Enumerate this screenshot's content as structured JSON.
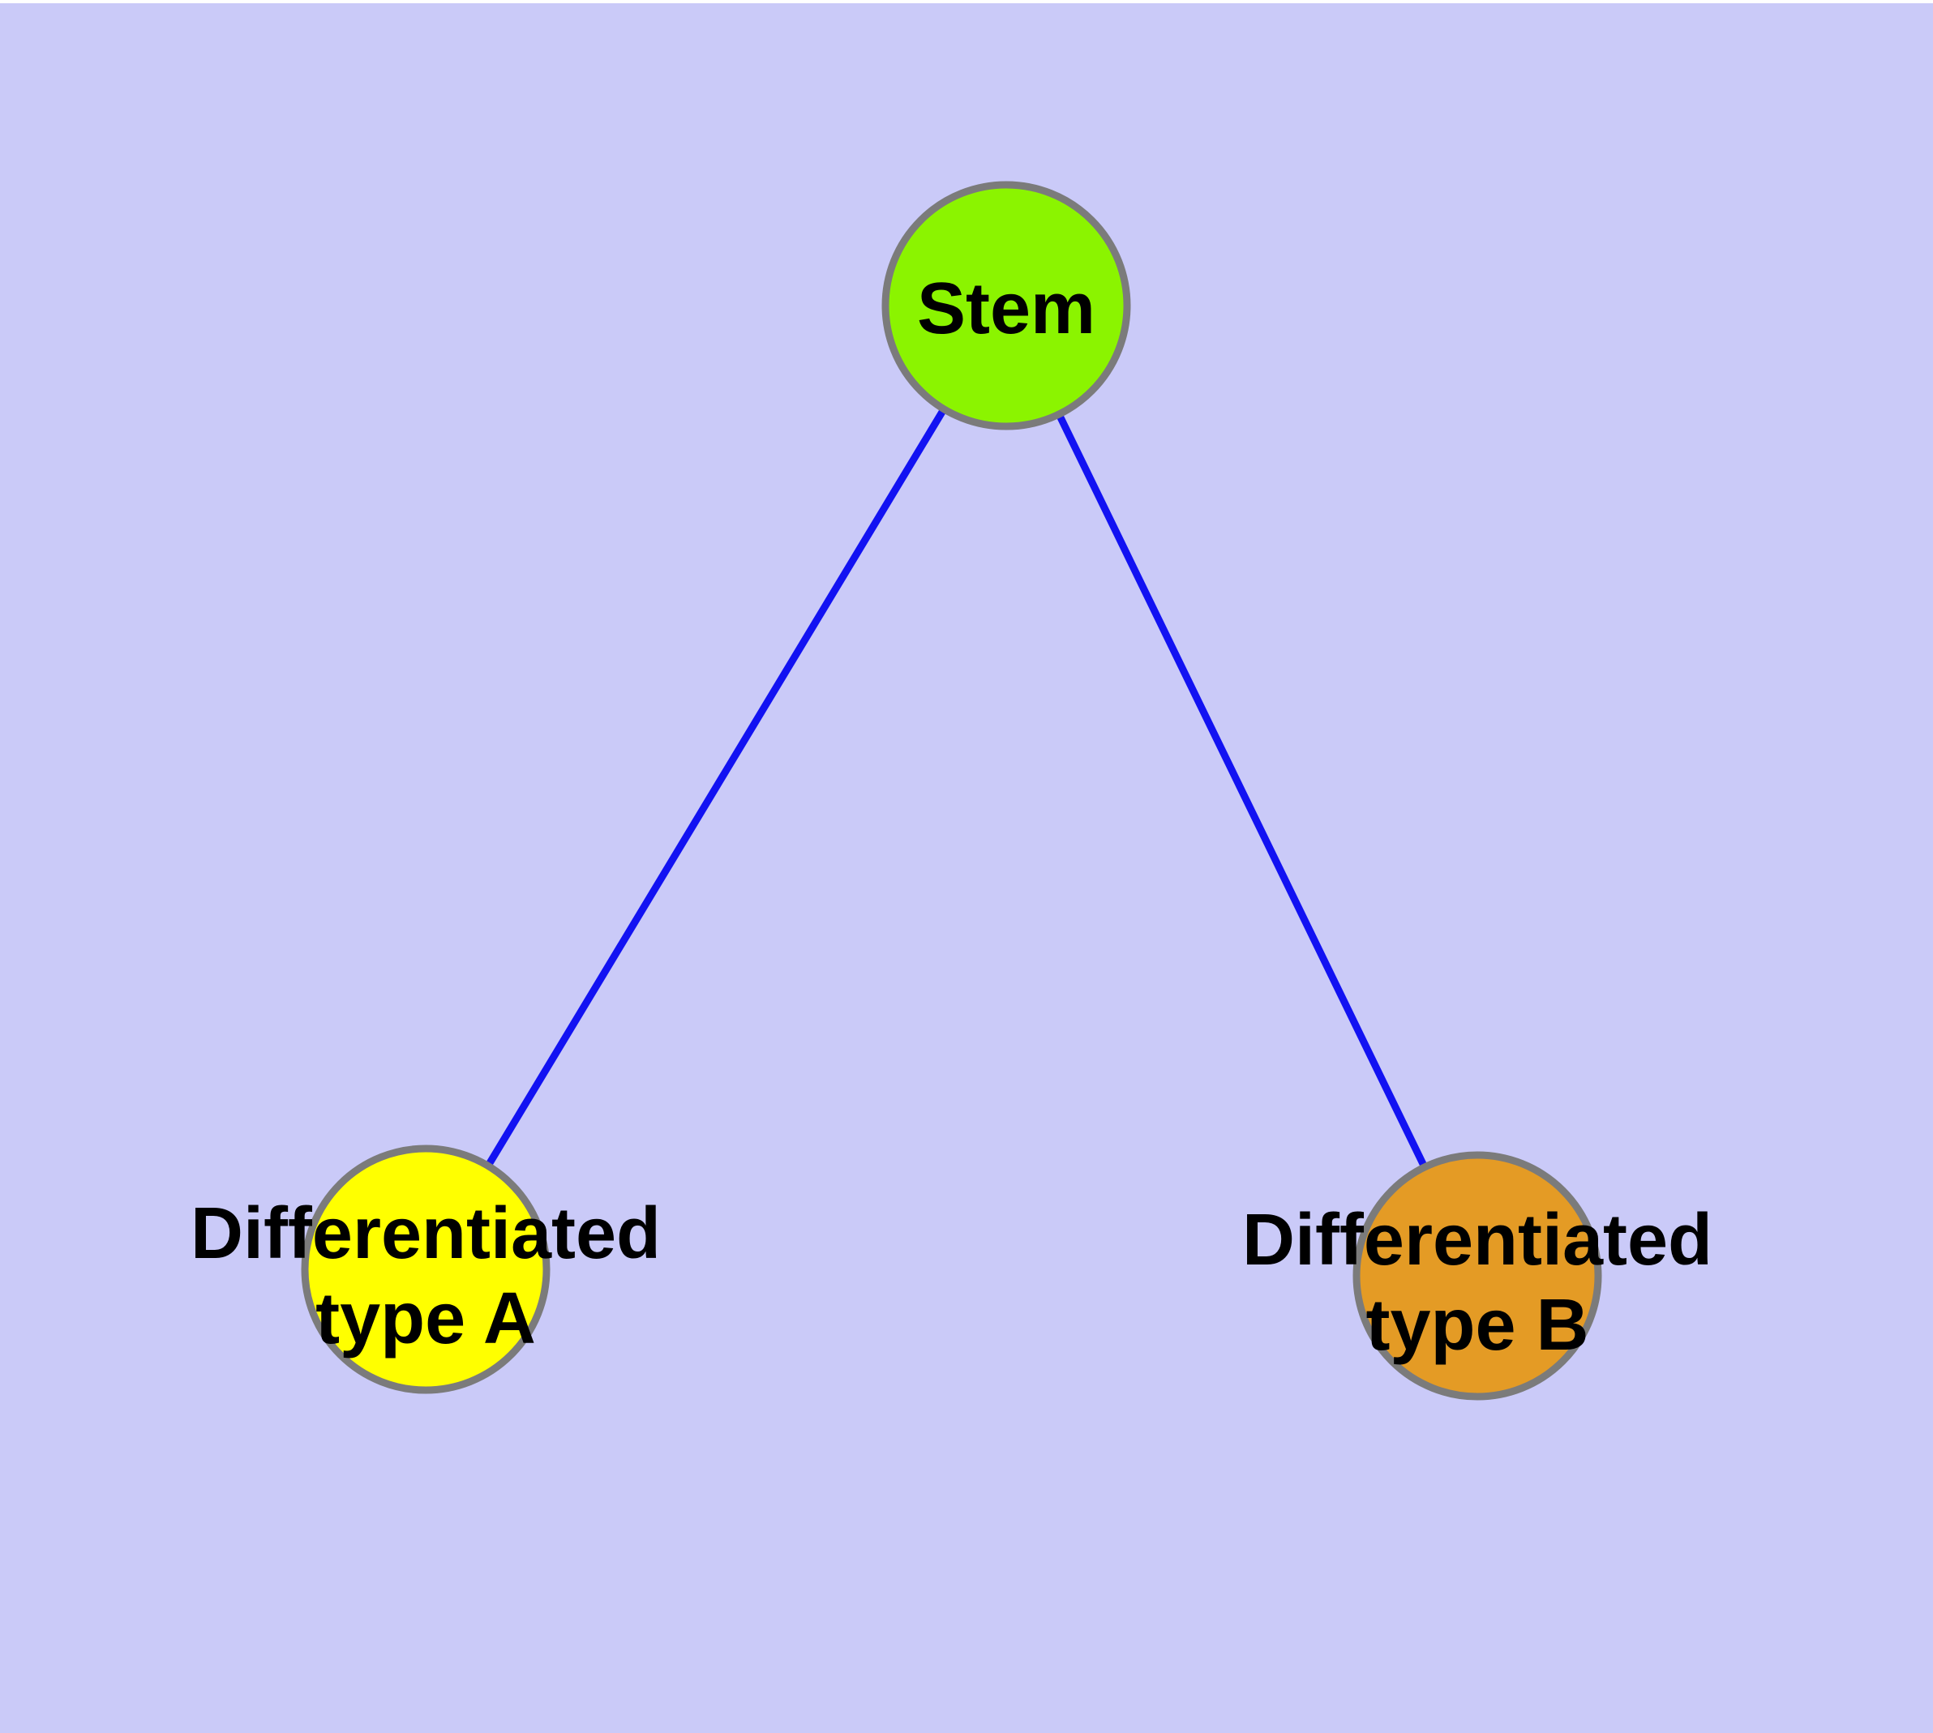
{
  "diagram": {
    "background_color": "#CACAF8",
    "top_edge_color": "#FFFFFF",
    "edge_color": "#1212F2",
    "node_border_color": "#7B7B7B",
    "label_color": "#000000",
    "nodes": [
      {
        "id": "stem",
        "label": "Stem",
        "fill_color": "#8BF400"
      },
      {
        "id": "differentiated-type-a",
        "label_line1": "Differentiated",
        "label_line2": "type A",
        "fill_color": "#FFFF00"
      },
      {
        "id": "differentiated-type-b",
        "label_line1": "Differentiated",
        "label_line2": "type B",
        "fill_color": "#E49B25"
      }
    ],
    "edges": [
      {
        "from": "stem",
        "to": "differentiated-type-a"
      },
      {
        "from": "stem",
        "to": "differentiated-type-b"
      }
    ]
  }
}
